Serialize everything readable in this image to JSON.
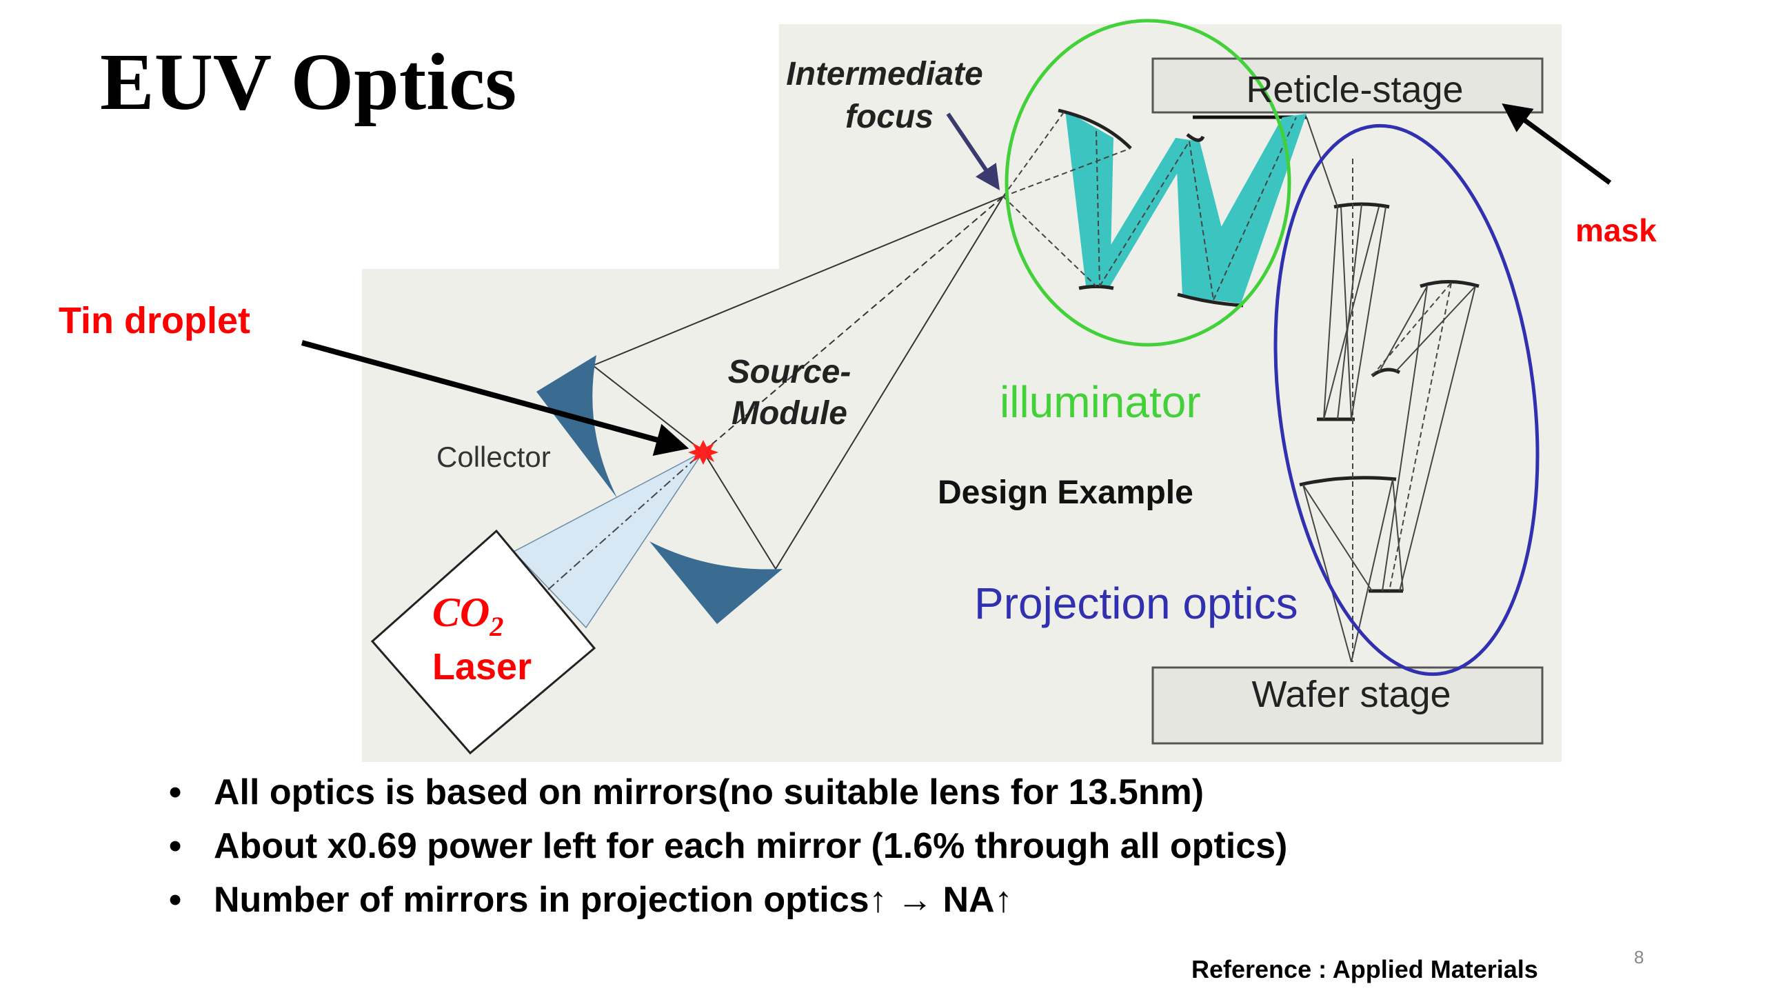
{
  "slide": {
    "title": "EUV Optics",
    "page_number": "8",
    "reference": "Reference : Applied Materials"
  },
  "diagram": {
    "labels": {
      "intermediate_focus_line1": "Intermediate",
      "intermediate_focus_line2": "focus",
      "reticle_stage": "Reticle-stage",
      "mask": "mask",
      "tin_droplet": "Tin droplet",
      "source_module_line1": "Source-",
      "source_module_line2": "Module",
      "illuminator": "illuminator",
      "collector": "Collector",
      "design_example": "Design Example",
      "co2_base": "CO",
      "co2_sub": "2",
      "laser": "Laser",
      "projection_optics": "Projection optics",
      "wafer_stage": "Wafer stage"
    },
    "colors": {
      "panel_background": "#EFEFEA",
      "mirror_blue": "#3A6B91",
      "illuminator_teal": "#3CC4C0",
      "illuminator_green": "#43D13A",
      "projection_blue": "#3030B0",
      "annotation_red": "#FF0000",
      "focus_arrow": "#3A3A6E"
    }
  },
  "bullets": [
    "All optics is based on mirrors(no suitable lens for 13.5nm)",
    "About x0.69 power left for each mirror (1.6% through all optics)",
    "Number of mirrors in projection optics↑ → NA↑"
  ]
}
